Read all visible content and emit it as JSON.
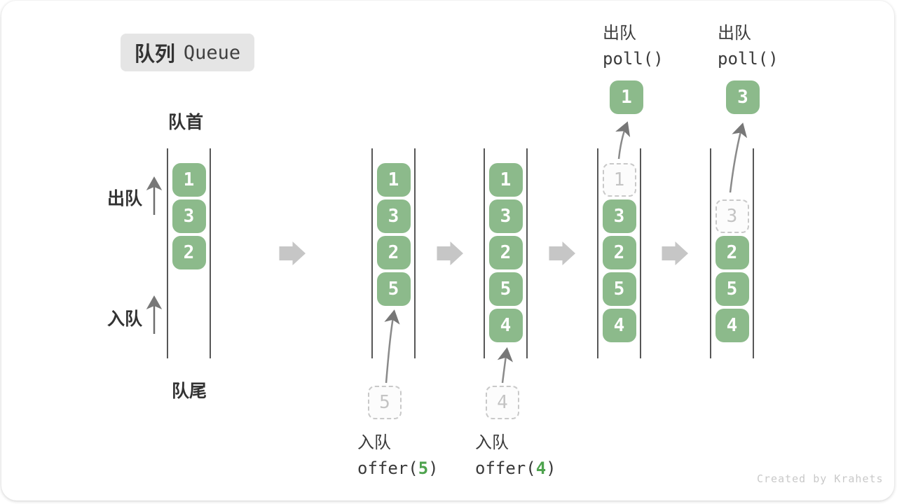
{
  "title": {
    "zh": "队列",
    "en": "Queue"
  },
  "labels": {
    "front": "队首",
    "rear": "队尾",
    "dequeue": "出队",
    "enqueue": "入队"
  },
  "columns": [
    {
      "cells": [
        {
          "value": "1"
        },
        {
          "value": "3"
        },
        {
          "value": "2"
        }
      ]
    },
    {
      "cells": [
        {
          "value": "1"
        },
        {
          "value": "3"
        },
        {
          "value": "2"
        },
        {
          "value": "5"
        }
      ]
    },
    {
      "cells": [
        {
          "value": "1"
        },
        {
          "value": "3"
        },
        {
          "value": "2"
        },
        {
          "value": "5"
        },
        {
          "value": "4"
        }
      ]
    },
    {
      "cells": [
        {
          "value": "1",
          "ghost": true
        },
        {
          "value": "3"
        },
        {
          "value": "2"
        },
        {
          "value": "5"
        },
        {
          "value": "4"
        }
      ]
    },
    {
      "cells": [
        {
          "value": "3",
          "ghost": true
        },
        {
          "value": "2"
        },
        {
          "value": "5"
        },
        {
          "value": "4"
        }
      ]
    }
  ],
  "enqueue_ops": [
    {
      "label": "入队",
      "fn_open": "offer(",
      "arg": "5",
      "fn_close": ")",
      "ghost_value": "5"
    },
    {
      "label": "入队",
      "fn_open": "offer(",
      "arg": "4",
      "fn_close": ")",
      "ghost_value": "4"
    }
  ],
  "dequeue_ops": [
    {
      "label": "出队",
      "fn": "poll()",
      "result": "1"
    },
    {
      "label": "出队",
      "fn": "poll()",
      "result": "3"
    }
  ],
  "watermark": "Created by Krahets",
  "colors": {
    "cell_green": "#8cba8b",
    "code_arg_green": "#4ea34e",
    "flow_arrow_gray": "#c6c6c6",
    "column_line": "#575757",
    "text_dark": "#333333",
    "ghost_gray": "#c4c4c4",
    "badge_bg": "#e5e5e5",
    "watermark_gray": "#c9c9c9"
  }
}
